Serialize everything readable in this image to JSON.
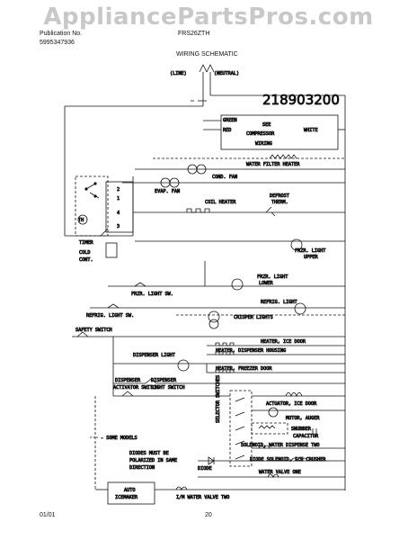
{
  "watermark": "AppliancePartsPros.com",
  "header": {
    "pub_label": "Publication No.",
    "pub_number": "5995347936",
    "model": "FRS26ZTH",
    "section_title": "WIRING SCHEMATIC"
  },
  "footer": {
    "date": "01/01",
    "page": "20"
  },
  "diagram": {
    "line_label": "(LINE)",
    "neutral_label": "(NEUTRAL)",
    "diagram_number": "218903200",
    "wire_green": "GREEN",
    "wire_red": "RED",
    "wire_white": "WHITE",
    "see_compressor_1": "SEE",
    "see_compressor_2": "COMPRESSOR",
    "see_compressor_3": "WIRING",
    "timer_terminals": [
      "1",
      "2",
      "4",
      "3"
    ],
    "th_label": "TH",
    "timer": "TIMER",
    "cold_control_1": "COLD",
    "cold_control_2": "CONT.",
    "water_filter_heater": "WATER FILTER HEATER",
    "cond_fan": "COND. FAN",
    "evap_fan": "EVAP. FAN",
    "coil_heater": "COIL HEATER",
    "defrost_therm_1": "DEFROST",
    "defrost_therm_2": "THERM.",
    "frzr_light_upper_1": "FRZR. LIGHT",
    "frzr_light_upper_2": "UPPER",
    "frzr_light_lower_1": "FRZR. LIGHT",
    "frzr_light_lower_2": "LOWER",
    "frzr_light_sw": "FRZR. LIGHT SW.",
    "refrig_light": "REFRIG. LIGHT",
    "refrig_light_sw": "REFRIG. LIGHT SW.",
    "crisper_lights": "CRISPER LIGHTS",
    "safety_switch": "SAFETY SWITCH",
    "heater_ice_door": "HEATER, ICE DOOR",
    "heater_dispenser_housing": "HEATER, DISPENSER HOUSING",
    "dispenser_light": "DISPENSER LIGHT",
    "heater_freezer_door": "HEATER, FREEZER DOOR",
    "dispenser_light_switch_1": "DISPENSER",
    "dispenser_light_switch_2": "LIGHT SWITCH",
    "dispenser_activator_switch_1": "DISPENSER",
    "dispenser_activator_switch_2": "ACTIVATOR SWITCH",
    "selector_switches": "SELECTOR SWITCHES",
    "actuator_ice_door": "ACTUATOR, ICE DOOR",
    "motor_auger": "MOTOR, AUGER",
    "snubber_capacitor_1": "SNUBBER",
    "snubber_capacitor_2": "CAPACITOR",
    "solenoid_water_dispense_two": "SOLENOID, WATER DISPENSE TWO",
    "diode_solenoid_ice_crusher": "DIODE SOLENOID, ICE CRUSHER",
    "some_models": "- SOME MODELS",
    "diodes_note_1": "DIODES MUST BE",
    "diodes_note_2": "POLARIZED IN SAME",
    "diodes_note_3": "DIRECTION",
    "diode": "DIODE",
    "water_valve_one": "WATER VALVE ONE",
    "auto_icemaker_1": "AUTO",
    "auto_icemaker_2": "ICEMAKER",
    "im_water_valve_two": "I/M WATER VALVE TWO"
  }
}
